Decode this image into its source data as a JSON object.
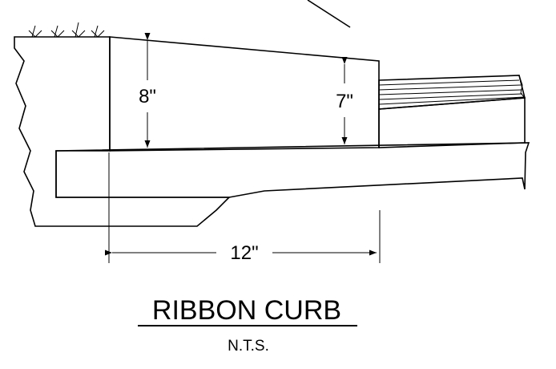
{
  "drawing": {
    "title": "RIBBON CURB",
    "subtitle": "N.T.S.",
    "dimensions": {
      "curb_height_back": "8\"",
      "curb_height_front": "7\"",
      "curb_width": "12\""
    }
  }
}
